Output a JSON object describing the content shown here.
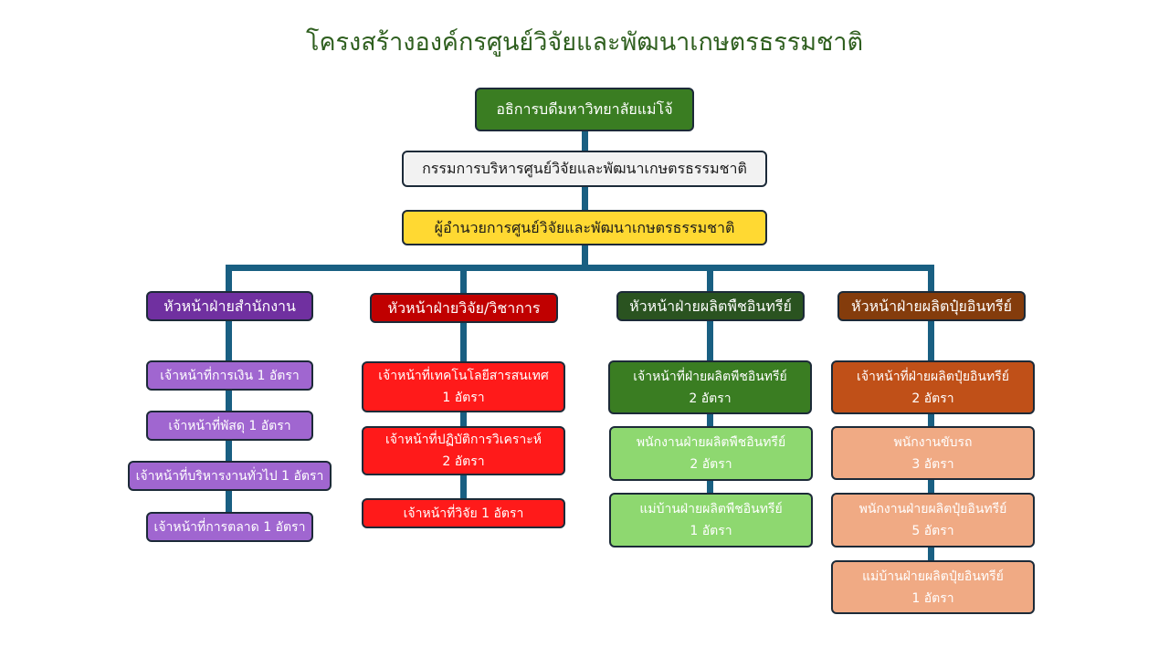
{
  "title": "โครงสร้างองค์กรศูนย์วิจัยและพัฒนาเกษตรธรรมชาติ",
  "top": {
    "president": "อธิการบดีมหาวิทยาลัยแม่โจ้",
    "committee": "กรรมการบริหารศูนย์วิจัยและพัฒนาเกษตรธรรมชาติ",
    "director": "ผู้อำนวยการศูนย์วิจัยและพัฒนาเกษตรธรรมชาติ"
  },
  "departments": [
    {
      "head": "หัวหน้าฝ่ายสำนักงาน",
      "color": "#7030a0",
      "staff_color": "#a066d0",
      "staff": [
        {
          "role": "เจ้าหน้าที่การเงิน 1 อัตรา"
        },
        {
          "role": "เจ้าหน้าที่พัสดุ 1 อัตรา"
        },
        {
          "role": "เจ้าหน้าที่บริหารงานทั่วไป 1 อัตรา"
        },
        {
          "role": "เจ้าหน้าที่การตลาด 1 อัตรา"
        }
      ]
    },
    {
      "head": "หัวหน้าฝ่ายวิจัย/วิชาการ",
      "color": "#c00000",
      "staff_color": "#ff1a1a",
      "staff": [
        {
          "role": "เจ้าหน้าที่เทคโนโลยีสารสนเทศ",
          "count": "1 อัตรา"
        },
        {
          "role": "เจ้าหน้าที่ปฏิบัติการวิเคราะห์",
          "count": "2 อัตรา"
        },
        {
          "role": "เจ้าหน้าที่วิจัย 1 อัตรา"
        }
      ]
    },
    {
      "head": "หัวหน้าฝ่ายผลิตพืชอินทรีย์",
      "color": "#2a5320",
      "staff": [
        {
          "role": "เจ้าหน้าที่ฝ่ายผลิตพืชอินทรีย์",
          "count": "2 อัตรา",
          "color": "#3a7d22"
        },
        {
          "role": "พนักงานฝ่ายผลิตพืชอินทรีย์",
          "count": "2 อัตรา",
          "color": "#8ed870"
        },
        {
          "role": "แม่บ้านฝ่ายผลิตพืชอินทรีย์",
          "count": "1 อัตรา",
          "color": "#8ed870"
        }
      ]
    },
    {
      "head": "หัวหน้าฝ่ายผลิตปุ๋ยอินทรีย์",
      "color": "#843c0c",
      "staff": [
        {
          "role": "เจ้าหน้าที่ฝ่ายผลิตปุ๋ยอินทรีย์",
          "count": "2 อัตรา",
          "color": "#c05018"
        },
        {
          "role": "พนักงานขับรถ",
          "count": "3 อัตรา",
          "color": "#f0aa84"
        },
        {
          "role": "พนักงานฝ่ายผลิตปุ๋ยอินทรีย์",
          "count": "5 อัตรา",
          "color": "#f0aa84"
        },
        {
          "role": "แม่บ้านฝ่ายผลิตปุ๋ยอินทรีย์",
          "count": "1 อัตรา",
          "color": "#f0aa84"
        }
      ]
    }
  ]
}
